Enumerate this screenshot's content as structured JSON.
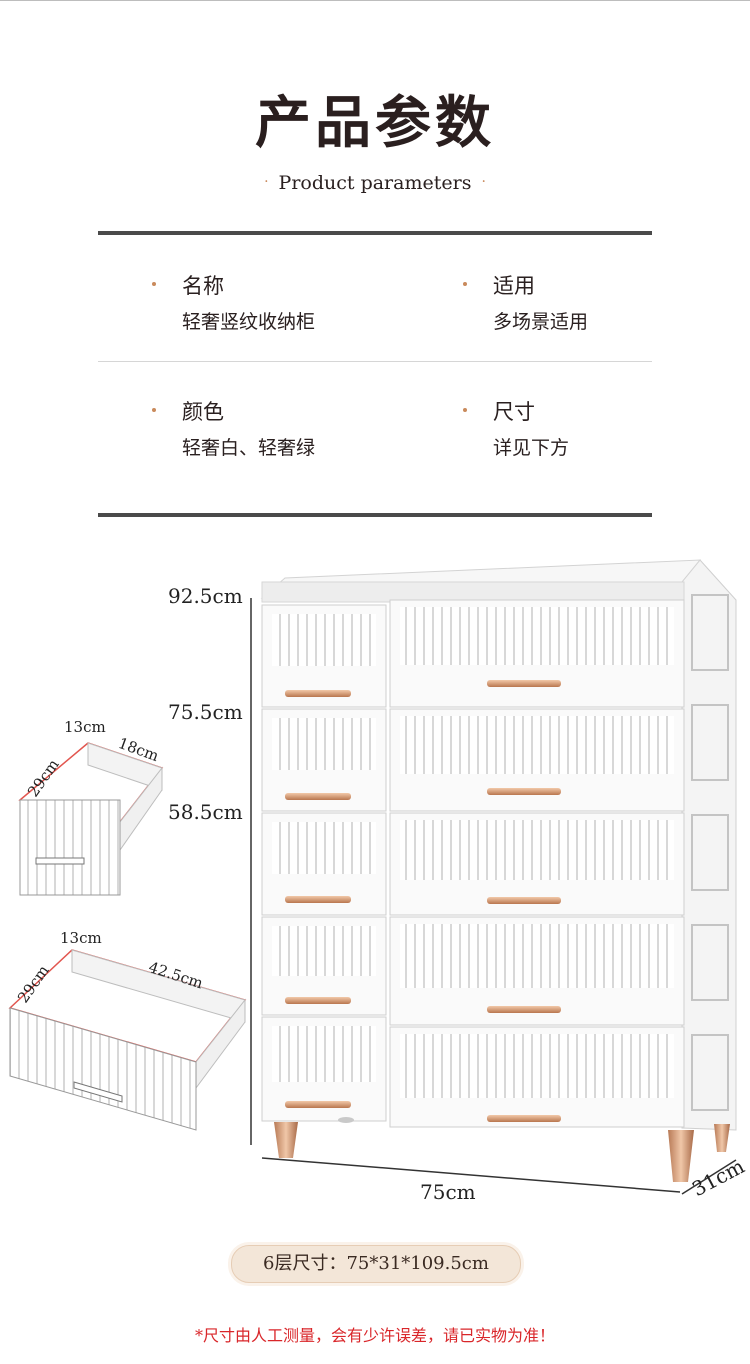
{
  "header": {
    "title": "产品参数",
    "subtitle": "Product parameters",
    "dot_left": "·",
    "dot_right": "·"
  },
  "params": [
    {
      "label": "名称",
      "value": "轻奢竖纹收纳柜"
    },
    {
      "label": "适用",
      "value": "多场景适用"
    },
    {
      "label": "颜色",
      "value": "轻奢白、轻奢绿"
    },
    {
      "label": "尺寸",
      "value": "详见下方"
    }
  ],
  "dimensions": {
    "height_levels": [
      "92.5cm",
      "75.5cm",
      "58.5cm"
    ],
    "width": "75cm",
    "depth": "31cm",
    "small_drawer": {
      "height": "13cm",
      "width": "18cm",
      "depth": "29cm"
    },
    "large_drawer": {
      "height": "13cm",
      "width": "42.5cm",
      "depth": "29cm"
    }
  },
  "size_pill": "6层尺寸：75*31*109.5cm",
  "notice": "*尺寸由人工测量，会有少许误差，请已实物为准！",
  "colors": {
    "accent": "#c98a5c",
    "handle": "#d9a27e",
    "notice": "#d9262a",
    "divider": "#4a4a4a"
  }
}
